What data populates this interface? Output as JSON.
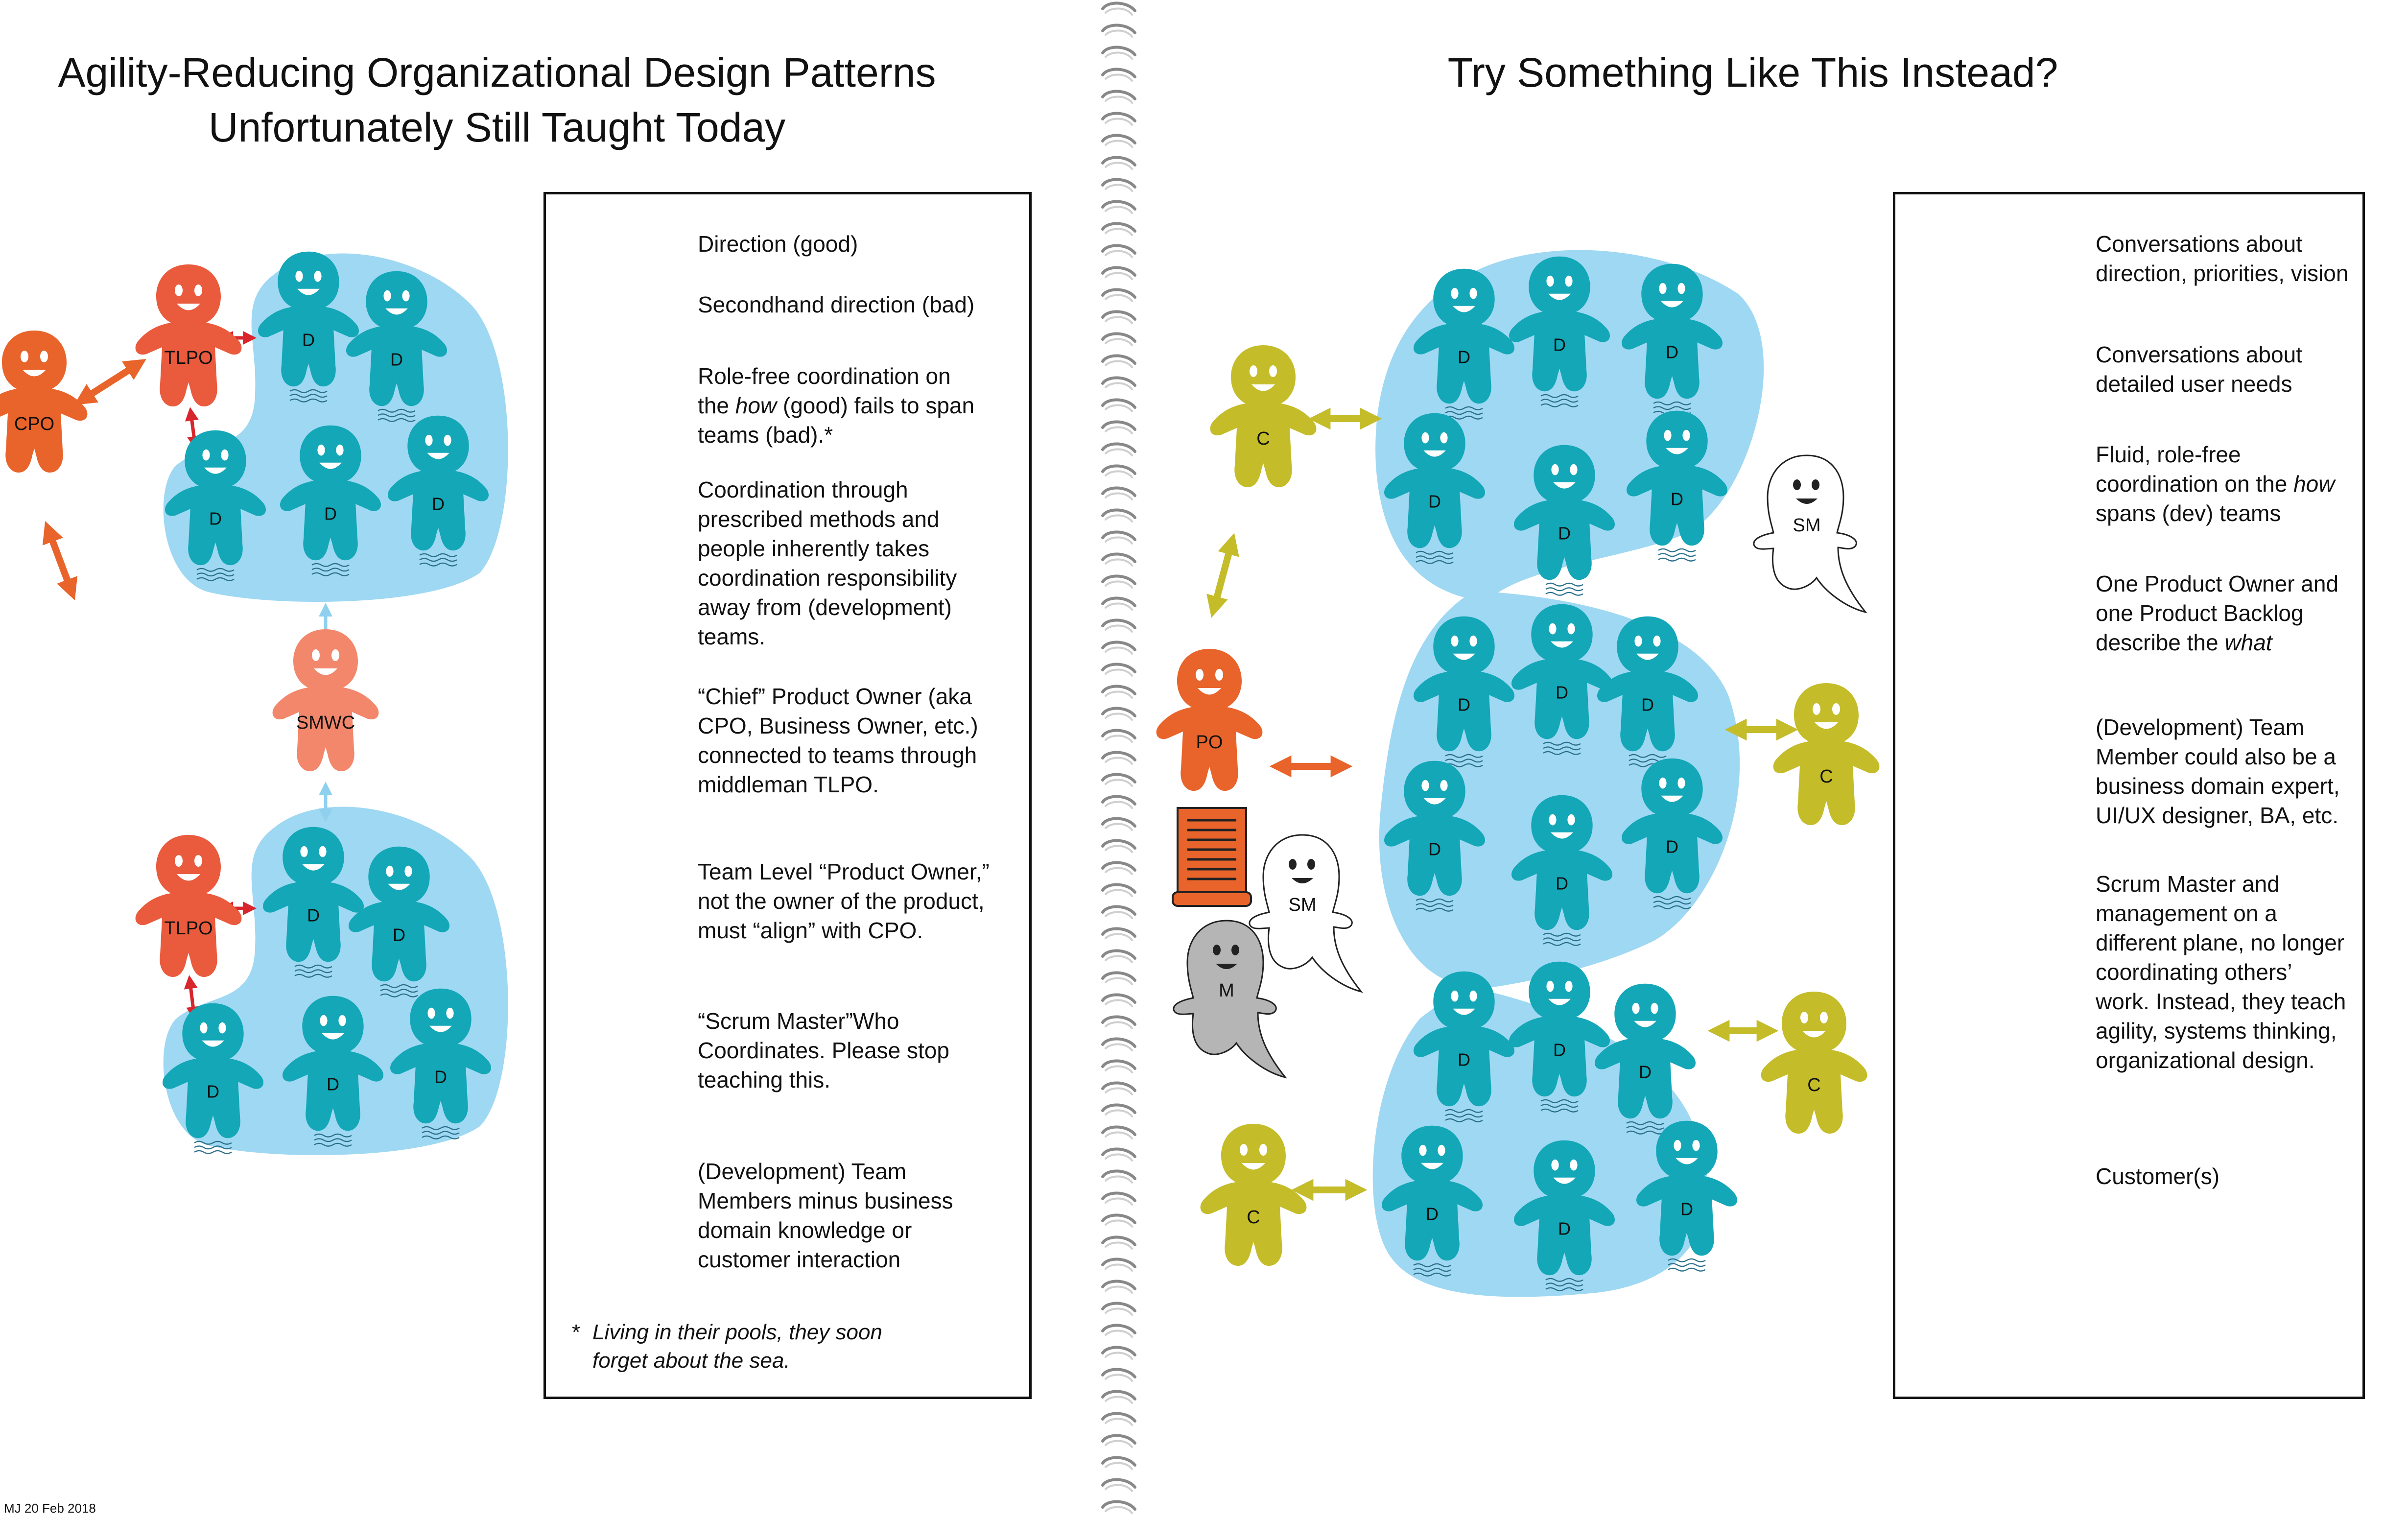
{
  "left": {
    "title_line1": "Agility-Reducing Organizational Design Patterns",
    "title_line2": "Unfortunately Still Taught Today",
    "legend": {
      "direction_good": "Direction (good)",
      "secondhand_bad": "Secondhand direction (bad)",
      "pool": [
        "Role-free coordination on",
        "the ",
        "how",
        " (good) fails to span",
        "teams (bad).*"
      ],
      "coordination": "Coordination through prescribed methods and people inherently takes coordination responsibility away from (development) teams.",
      "cpo": "“Chief” Product Owner (aka CPO, Business Owner, etc.) connected to teams through middleman TLPO.",
      "tlpo": "Team Level “Product Owner,” not the owner of the product, must “align” with CPO.",
      "smwc": "“Scrum Master”Who Coordinates. Please stop teaching this.",
      "dev": "(Development) Team Members minus business domain knowledge or customer interaction",
      "footnote_marker": "*",
      "footnote": "Living in their pools, they soon forget about the sea."
    }
  },
  "right": {
    "title": "Try Something Like This Instead?",
    "legend": {
      "conv_po": "Conversations about direction, priorities, vision",
      "conv_c": "Conversations about detailed user needs",
      "fluid": [
        "Fluid, role-free coordination on the ",
        "how",
        " spans (dev) teams"
      ],
      "po": [
        "One Product Owner and one Product Backlog describe the ",
        "what"
      ],
      "dev": "(Development) Team Member could also be a business domain expert, UI/UX designer, BA, etc.",
      "sm": "Scrum Master and management on a different plane, no longer coordinating others’ work. Instead, they teach agility, systems thinking, organizational design.",
      "customer": "Customer(s)"
    }
  },
  "figure_labels": {
    "d": "D",
    "cpo": "CPO",
    "tlpo": "TLPO",
    "smwc": "SMWC",
    "po": "PO",
    "c": "C",
    "sm": "SM",
    "m": "M"
  },
  "colors": {
    "orange": "#e8642b",
    "red_orange": "#ea5a3d",
    "salmon": "#f2876b",
    "teal": "#13a7b7",
    "olive": "#c4bc29",
    "pool": "#9fd8f2",
    "ghost": "#ffffff",
    "ghost_gray": "#b5b5b5",
    "scroll": "#e8642b"
  },
  "footer": "MJ 20 Feb 2018"
}
